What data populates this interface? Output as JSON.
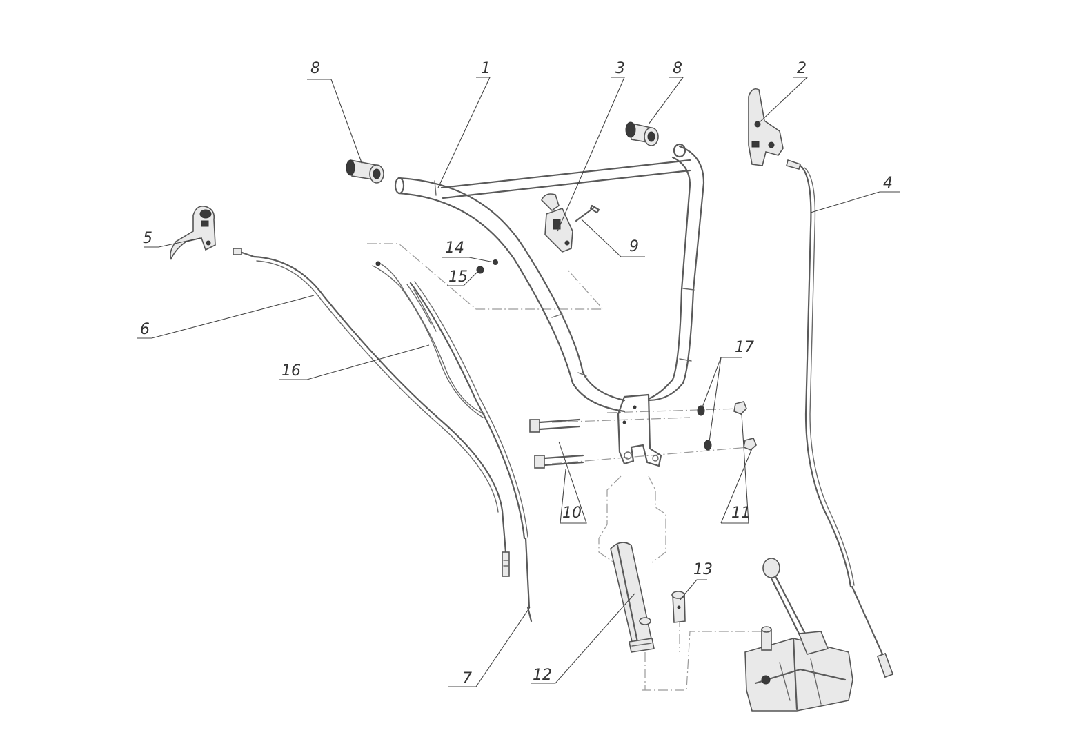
{
  "callouts": [
    {
      "id": "c1",
      "label": "1"
    },
    {
      "id": "c2",
      "label": "2"
    },
    {
      "id": "c3",
      "label": "3"
    },
    {
      "id": "c4",
      "label": "4"
    },
    {
      "id": "c5",
      "label": "5"
    },
    {
      "id": "c6",
      "label": "6"
    },
    {
      "id": "c7",
      "label": "7"
    },
    {
      "id": "c8a",
      "label": "8"
    },
    {
      "id": "c8b",
      "label": "8"
    },
    {
      "id": "c9",
      "label": "9"
    },
    {
      "id": "c10",
      "label": "10"
    },
    {
      "id": "c11",
      "label": "11"
    },
    {
      "id": "c12",
      "label": "12"
    },
    {
      "id": "c13",
      "label": "13"
    },
    {
      "id": "c14",
      "label": "14"
    },
    {
      "id": "c15",
      "label": "15"
    },
    {
      "id": "c16",
      "label": "16"
    },
    {
      "id": "c17",
      "label": "17"
    }
  ]
}
